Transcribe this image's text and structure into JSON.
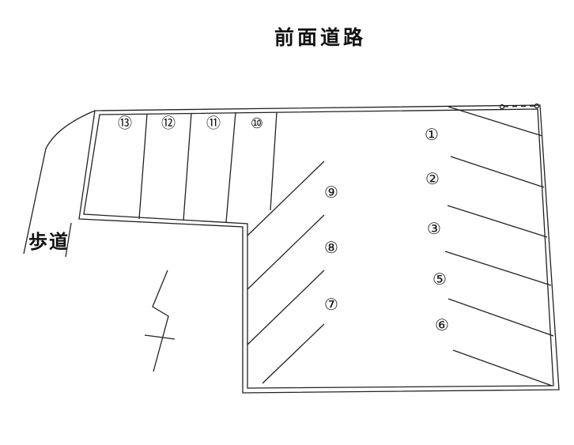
{
  "road_label": "前面道路",
  "sidewalk_label": "歩道",
  "spaces": [
    {
      "label": "①"
    },
    {
      "label": "②"
    },
    {
      "label": "③"
    },
    {
      "label": "⑤"
    },
    {
      "label": "⑥"
    },
    {
      "label": "⑦"
    },
    {
      "label": "⑧"
    },
    {
      "label": "⑨"
    },
    {
      "label": "⑩"
    },
    {
      "label": "⑪"
    },
    {
      "label": "⑫"
    },
    {
      "label": "⑬"
    }
  ]
}
